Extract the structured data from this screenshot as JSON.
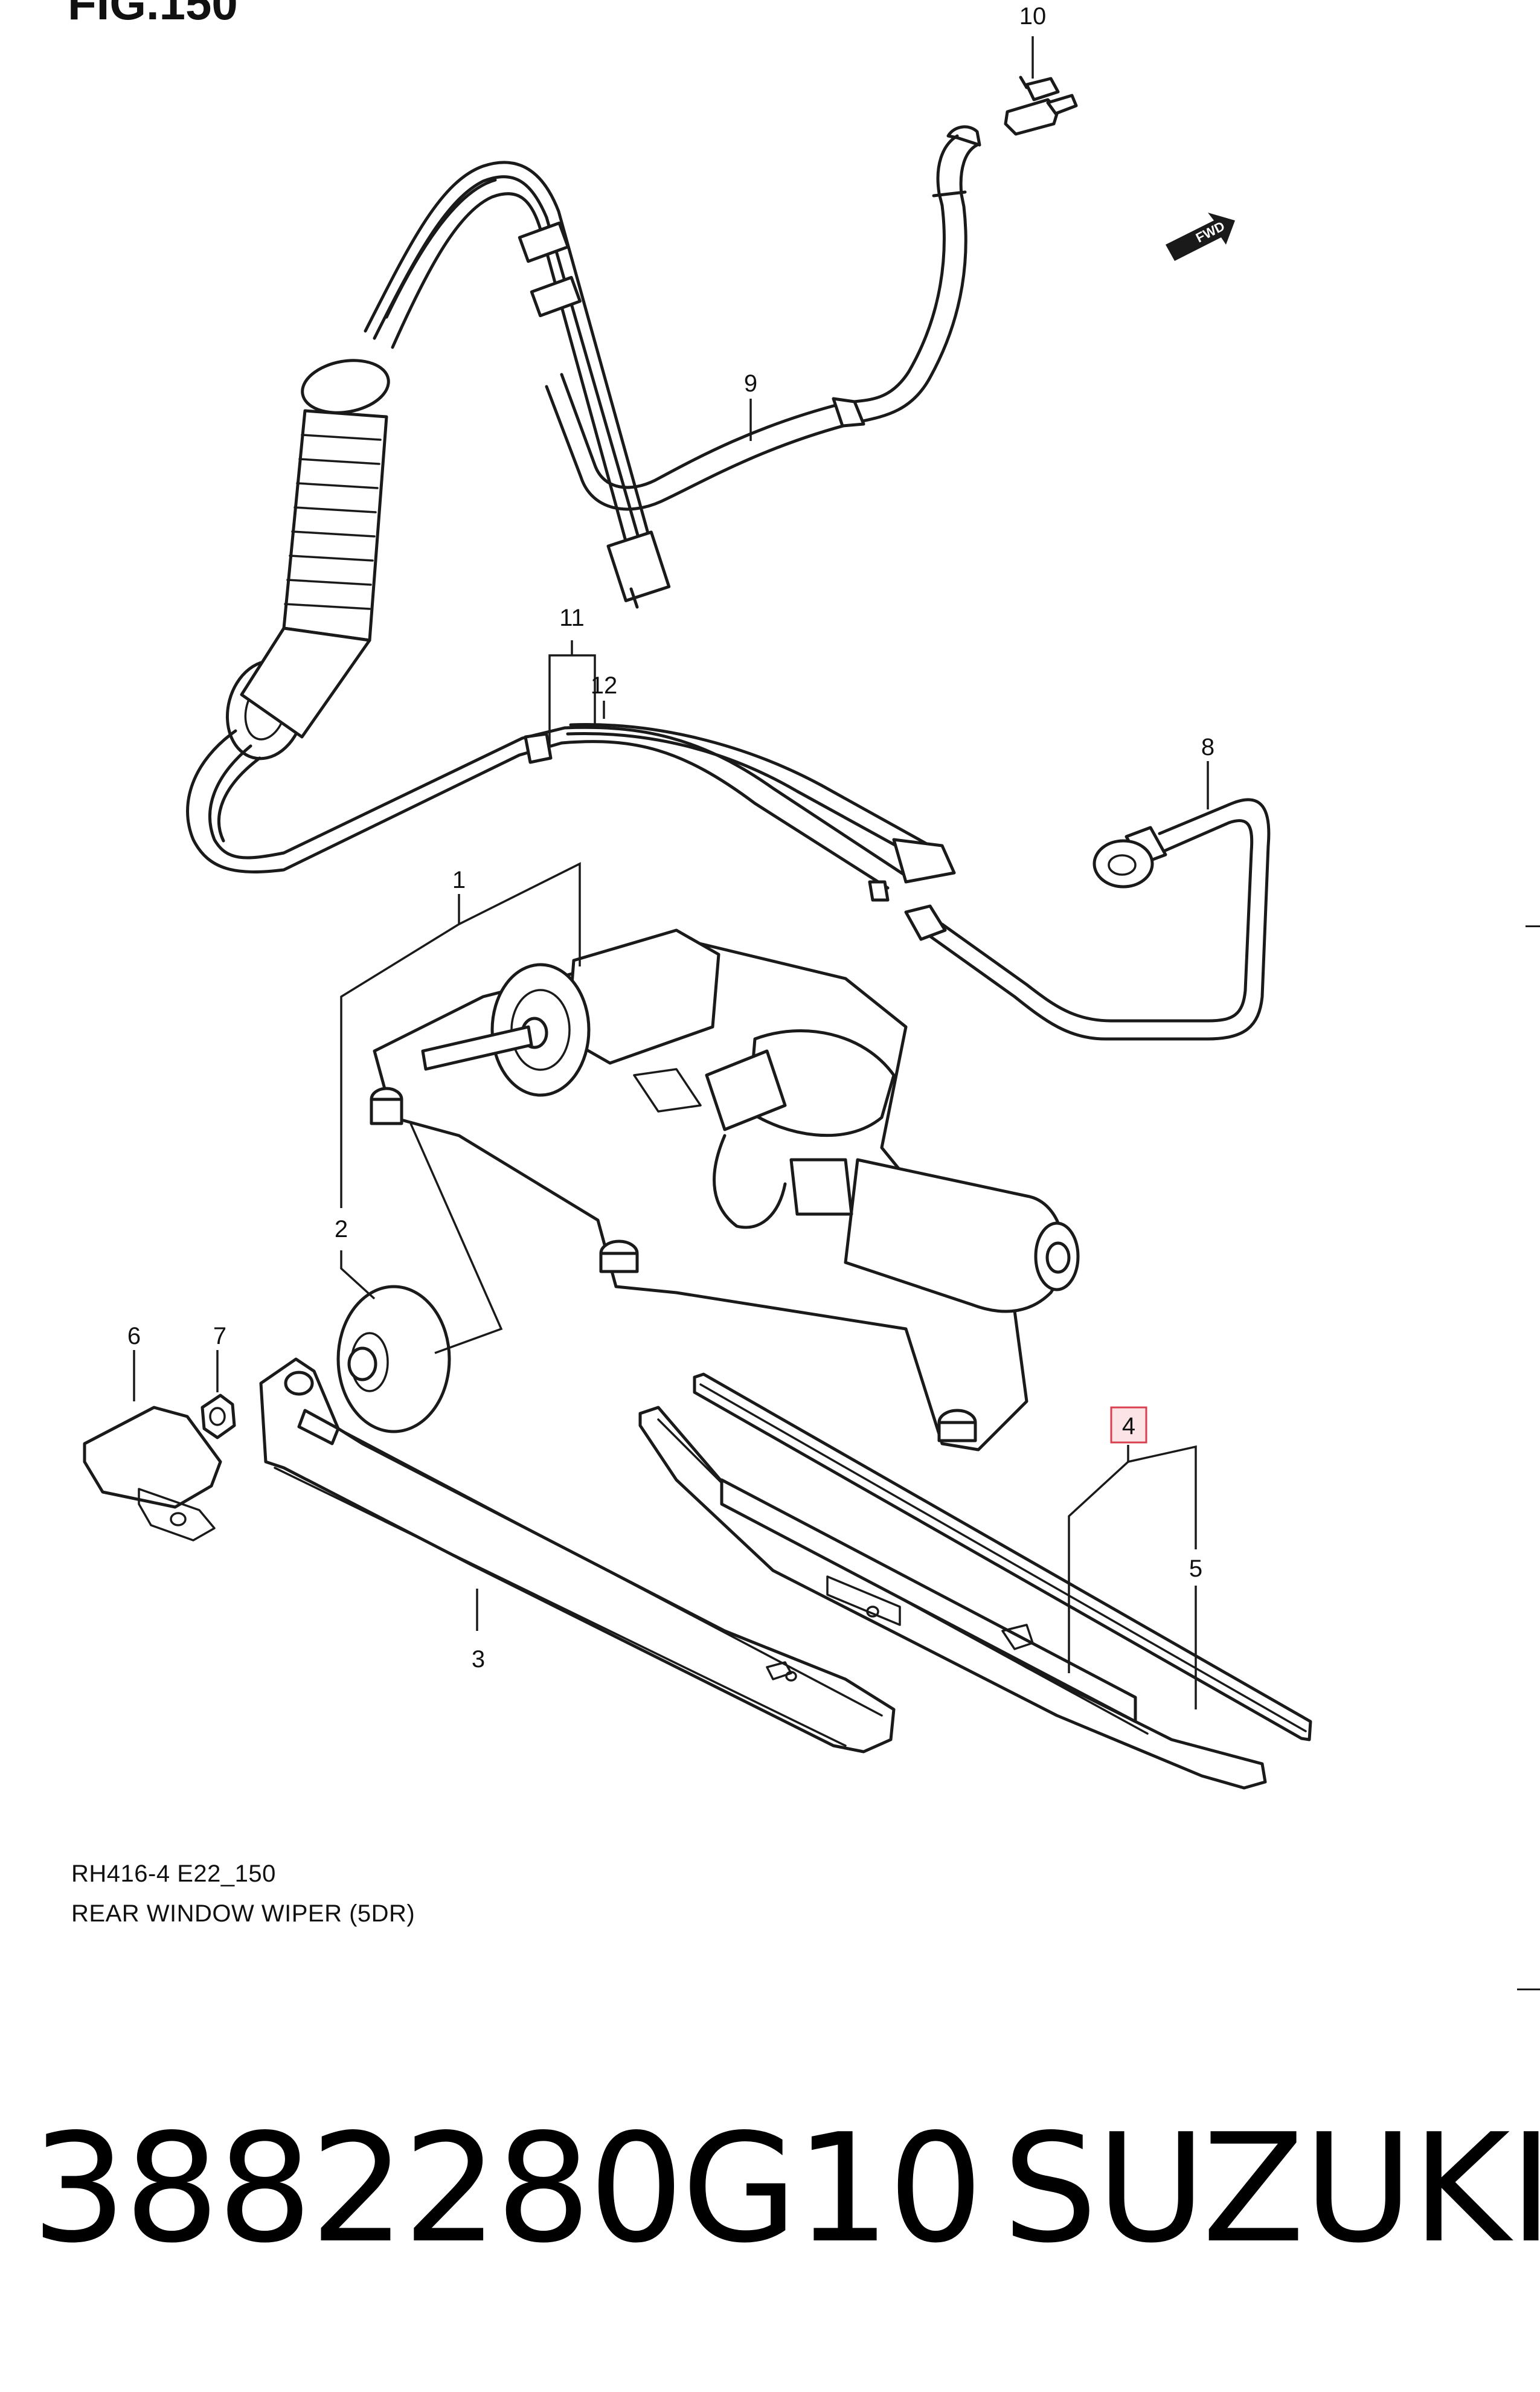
{
  "figure": {
    "label": "FIG.150",
    "code": "RH416-4 E22_150",
    "title": "REAR WINDOW WIPER (5DR)",
    "fwd_marker": "FWD"
  },
  "callouts": [
    {
      "id": "c1",
      "text": "1"
    },
    {
      "id": "c2",
      "text": "2"
    },
    {
      "id": "c3",
      "text": "3"
    },
    {
      "id": "c4",
      "text": "4",
      "highlighted": true
    },
    {
      "id": "c5",
      "text": "5"
    },
    {
      "id": "c6",
      "text": "6"
    },
    {
      "id": "c7",
      "text": "7"
    },
    {
      "id": "c8",
      "text": "8"
    },
    {
      "id": "c9",
      "text": "9"
    },
    {
      "id": "c10",
      "text": "10"
    },
    {
      "id": "c11",
      "text": "11"
    },
    {
      "id": "c12",
      "text": "12"
    }
  ],
  "product": {
    "part_number": "3882280G10",
    "brand": "SUZUKI"
  },
  "colors": {
    "line": "#1a1a1a",
    "highlight_fill": "#fbe3e6",
    "highlight_stroke": "#d9404f"
  }
}
